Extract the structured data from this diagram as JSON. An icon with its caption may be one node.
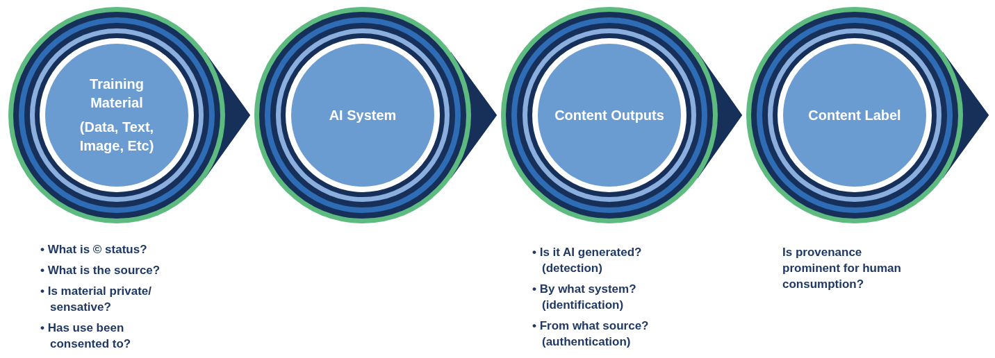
{
  "diagram": {
    "nodes": [
      {
        "text": [
          "Training Material",
          "(Data, Text, Image, Etc)"
        ],
        "beside": [
          "• What is © status?",
          "• What is the source?",
          "• Is material private/ sensative?",
          "• Has use been consented to?"
        ]
      },
      {
        "text": [
          "AI System"
        ]
      },
      {
        "text": [
          "Content Outputs"
        ],
        "beside": [
          "• Is it AI generated? (detection)",
          "• By what system? (identification)",
          "• From what source? (authentication)"
        ]
      },
      {
        "text": [
          "Content Label"
        ],
        "beside": [
          "Is provenance prominent for human consumption?"
        ]
      }
    ],
    "edges": [
      {
        "from": 0,
        "to": 1,
        "arrow": "to"
      },
      {
        "from": 1,
        "to": 2,
        "arrow": "to"
      },
      {
        "from": 2,
        "to": 3,
        "arrow": "to"
      },
      {
        "from": 3,
        "to": null,
        "arrow": "to"
      }
    ]
  }
}
